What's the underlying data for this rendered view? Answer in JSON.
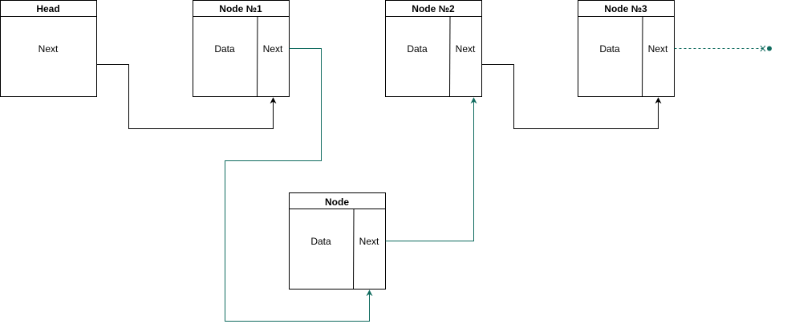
{
  "colors": {
    "background": "#ffffff",
    "node_stroke": "#000000",
    "original_link": "#000000",
    "inserted_link": "#0f6b5e"
  },
  "nodes": {
    "head": {
      "title": "Head",
      "next_label": "Next"
    },
    "node1": {
      "title": "Node №1",
      "data_label": "Data",
      "next_label": "Next"
    },
    "node2": {
      "title": "Node №2",
      "data_label": "Data",
      "next_label": "Next"
    },
    "node3": {
      "title": "Node №3",
      "data_label": "Data",
      "next_label": "Next"
    },
    "new_node": {
      "title": "Node",
      "data_label": "Data",
      "next_label": "Next"
    }
  }
}
